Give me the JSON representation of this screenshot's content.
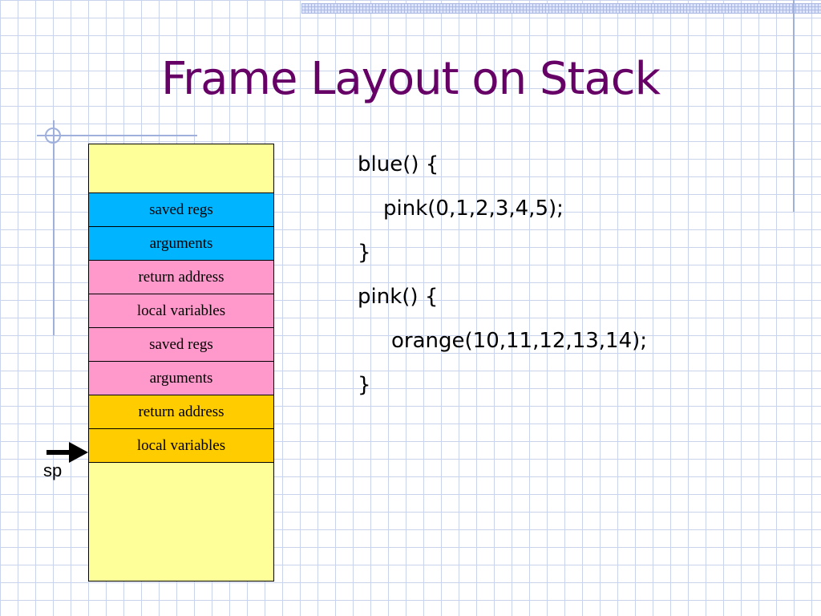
{
  "slide": {
    "title": "Frame Layout on Stack"
  },
  "stack": {
    "cells": [
      {
        "label": "saved regs",
        "color": "#00b4ff"
      },
      {
        "label": "arguments",
        "color": "#00b4ff"
      },
      {
        "label": "return address",
        "color": "#ff99cc"
      },
      {
        "label": "local variables",
        "color": "#ff99cc"
      },
      {
        "label": "saved regs",
        "color": "#ff99cc"
      },
      {
        "label": "arguments",
        "color": "#ff99cc"
      },
      {
        "label": "return address",
        "color": "#ffcc00"
      },
      {
        "label": "local variables",
        "color": "#ffcc00"
      }
    ],
    "empty_color": "#ffff99"
  },
  "pointer": {
    "label": "sp"
  },
  "code": {
    "lines": [
      "blue() {",
      "pink(0,1,2,3,4,5);",
      "}",
      "pink() {",
      "orange(10,11,12,13,14);",
      "}"
    ]
  },
  "colors": {
    "title": "#660066",
    "grid": "#c9d3ec"
  }
}
